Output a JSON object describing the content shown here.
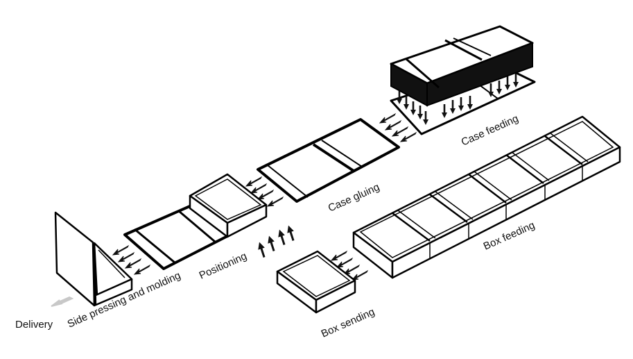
{
  "labels": {
    "case_feeding": "Case feeding",
    "case_gluing": "Case gluing",
    "box_feeding": "Box feeding",
    "positioning": "Positioning",
    "box_sending": "Box  sending",
    "side_pressing": "Side pressing and molding",
    "delivery": "Delivery"
  },
  "colors": {
    "line": "#000000",
    "delivery_arrow": "#c8c8c8"
  }
}
